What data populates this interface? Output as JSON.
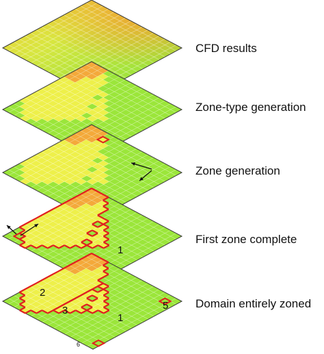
{
  "layers": [
    {
      "label": "CFD results"
    },
    {
      "label": "Zone-type generation"
    },
    {
      "label": "Zone generation"
    },
    {
      "label": "First zone complete"
    },
    {
      "label": "Domain entirely zoned"
    }
  ],
  "zone_numbers": {
    "layer3": [
      "1"
    ],
    "layer4": [
      "2",
      "3",
      "1",
      "5",
      "6"
    ]
  },
  "colors": {
    "green": "#9be63a",
    "yellow": "#eef04a",
    "orange": "#f4a93a",
    "zone_outline": "#e02020",
    "grid": "#ffffff",
    "frame": "#3a3a3a"
  }
}
